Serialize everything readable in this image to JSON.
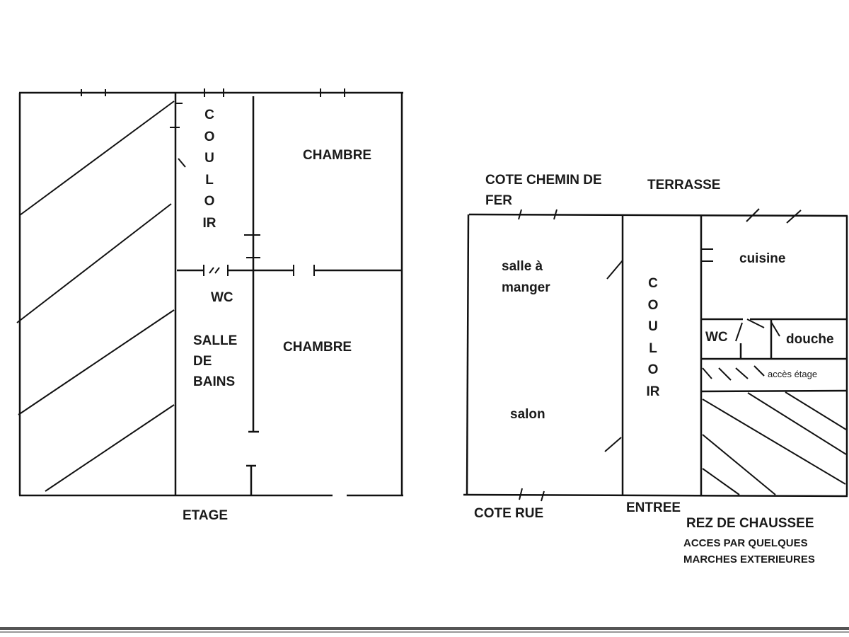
{
  "upper_floor": {
    "title": "ETAGE",
    "rooms": {
      "couloir": "COULOIR",
      "chambre_top": "CHAMBRE",
      "wc": "WC",
      "salle_de_bains": [
        "SALLE",
        "DE",
        "BAINS"
      ],
      "chambre_bottom": "CHAMBRE"
    }
  },
  "ground_floor": {
    "title": "REZ DE CHAUSSEE",
    "note": [
      "ACCES PAR QUELQUES",
      "MARCHES EXTERIEURES"
    ],
    "sides": {
      "rail_side": [
        "COTE CHEMIN DE",
        "FER"
      ],
      "terrace": "TERRASSE",
      "street_side": "COTE RUE",
      "entrance": "ENTREE"
    },
    "rooms": {
      "salle_a_manger": [
        "salle à",
        "manger"
      ],
      "salon": "salon",
      "couloir": "COULOIR",
      "cuisine": "cuisine",
      "wc": "WC",
      "douche": "douche",
      "acces_etage": "accès étage"
    }
  },
  "colors": {
    "ink": "#111111",
    "paper": "#ffffff",
    "scan_bar": "#555555"
  }
}
